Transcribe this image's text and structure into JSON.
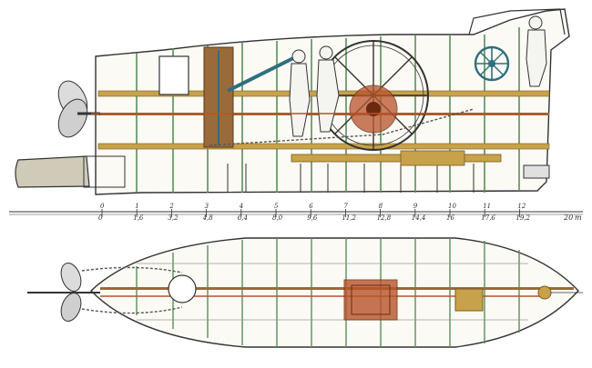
{
  "scale": {
    "upper_numbers": [
      "0",
      "1",
      "2",
      "3",
      "4",
      "5",
      "6",
      "7",
      "8",
      "9",
      "10",
      "11",
      "12"
    ],
    "lower_numbers": [
      "0",
      "1,6",
      "3,2",
      "4,8",
      "6,4",
      "8,0",
      "9,6",
      "11,2",
      "12,8",
      "14,4",
      "16",
      "17,6",
      "19,2"
    ],
    "unit": "m",
    "end_value": "20"
  },
  "colors": {
    "line": "#333333",
    "frame_green": "#5a8f5a",
    "brass": "#c8a24a",
    "wood": "#9a6a3a",
    "copper": "#b8532a",
    "teal": "#2f6f7f"
  },
  "figures": [
    {
      "name": "side-elevation"
    },
    {
      "name": "plan-view"
    }
  ]
}
